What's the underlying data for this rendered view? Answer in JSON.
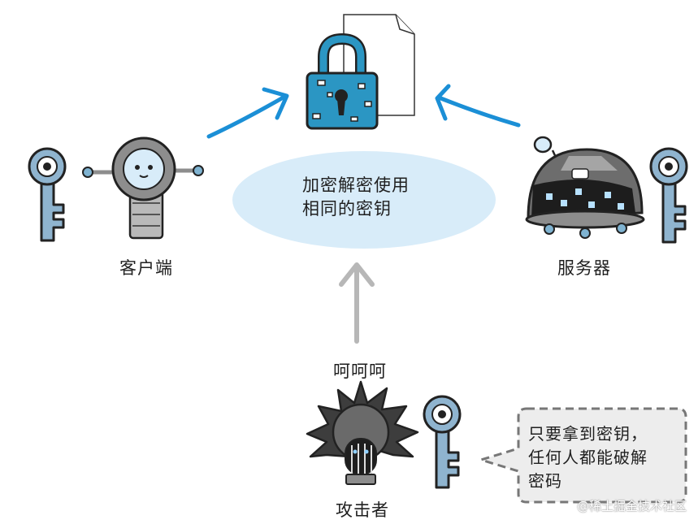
{
  "center_note": {
    "line1": "加密解密使用",
    "line2": "相同的密钥"
  },
  "client": {
    "label": "客户端"
  },
  "server": {
    "label": "服务器"
  },
  "attacker": {
    "laugh": "呵呵呵",
    "label": "攻击者"
  },
  "speech_bubble": {
    "line1": "只要拿到密钥，",
    "line2": "任何人都能破解",
    "line3": "密码"
  },
  "watermark": "@稀土掘金技术社区",
  "colors": {
    "arrow_blue": "#1b8fd6",
    "arrow_gray": "#b7b7b7",
    "ellipse_fill": "#d8ecf9",
    "lock_blue": "#2b96c3",
    "key_blue": "#8fb4cf",
    "outline": "#222222"
  }
}
